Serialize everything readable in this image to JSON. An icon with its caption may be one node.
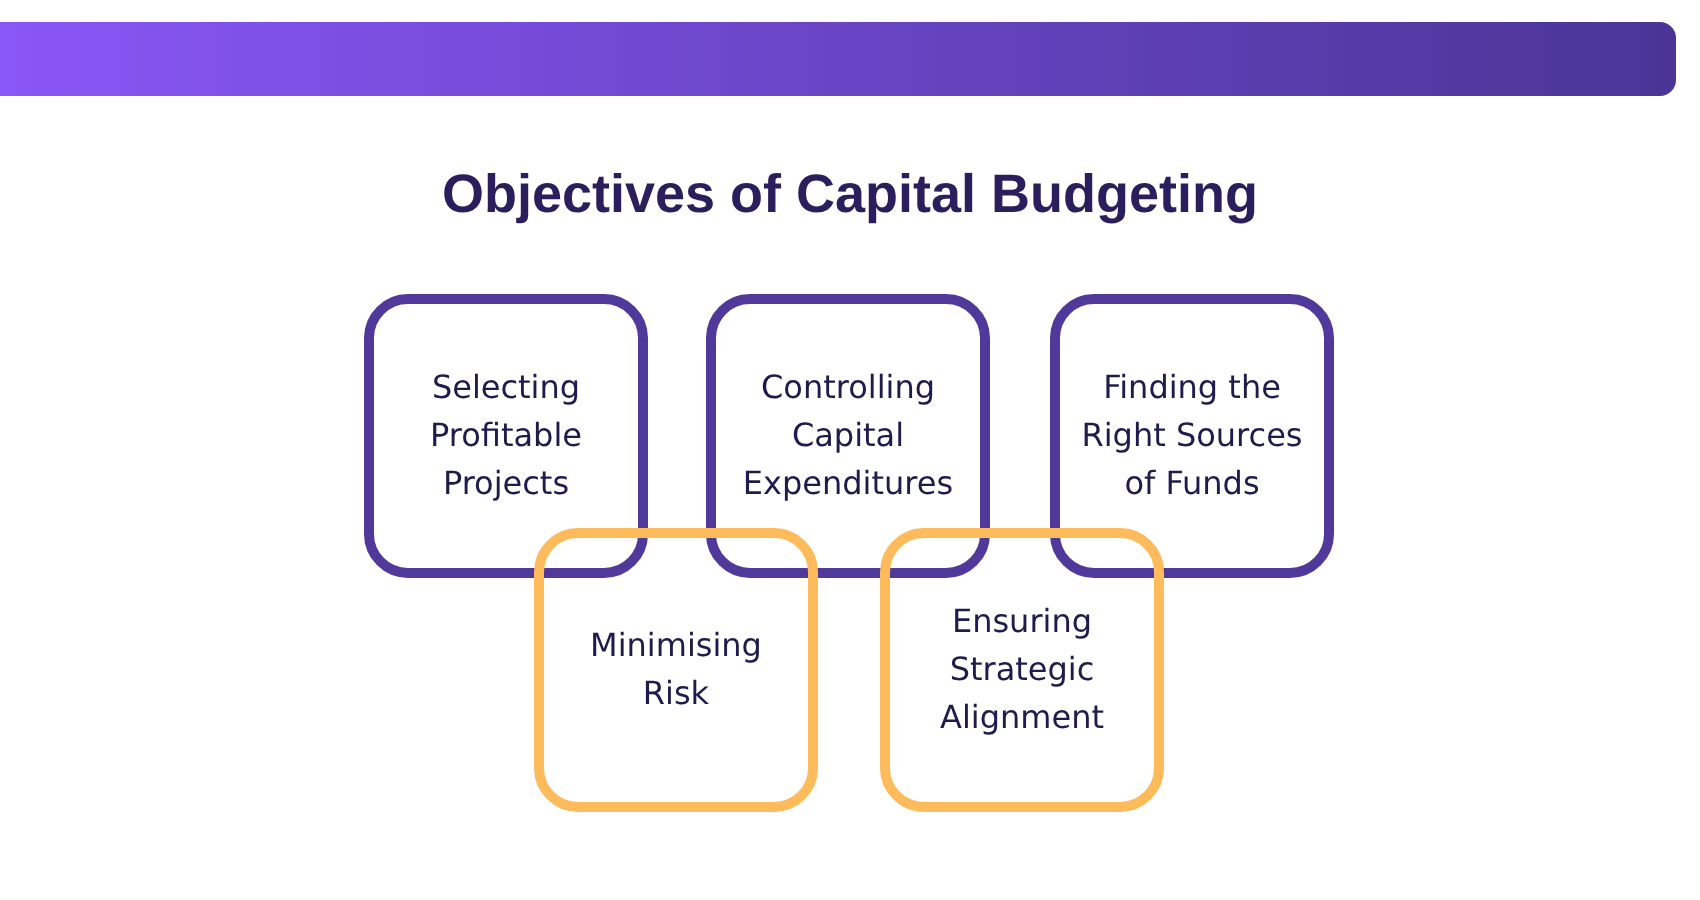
{
  "diagram": {
    "title": "Objectives of Capital Budgeting",
    "nodes": [
      {
        "text": [
          "Selecting Profitable Projects"
        ]
      },
      {
        "text": [
          "Controlling Capital Expenditures"
        ]
      },
      {
        "text": [
          "Finding the Right Sources of Funds"
        ]
      },
      {
        "text": [
          "Minimising Risk"
        ]
      },
      {
        "text": [
          "Ensuring Strategic Alignment"
        ]
      }
    ]
  }
}
